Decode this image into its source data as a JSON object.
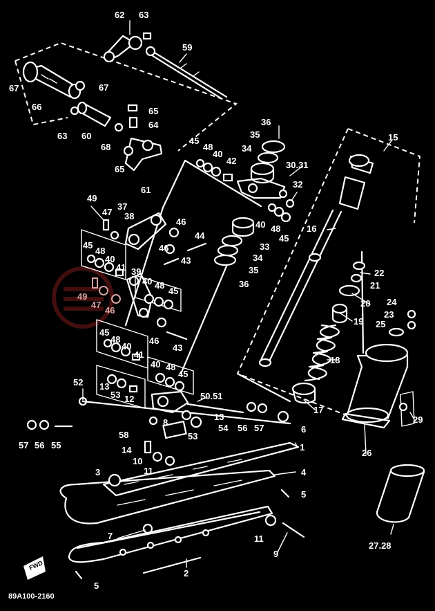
{
  "diagram_code": "89A100-2160",
  "front_marker": "FWD",
  "colors": {
    "background": "#000000",
    "line": "#ffffff",
    "watermark": "#7a1a1a"
  },
  "callouts": [
    {
      "id": "c1",
      "text": "62"
    },
    {
      "id": "c2",
      "text": "63"
    },
    {
      "id": "c3",
      "text": "59"
    },
    {
      "id": "c4",
      "text": "67"
    },
    {
      "id": "c5",
      "text": "67"
    },
    {
      "id": "c6",
      "text": "66"
    },
    {
      "id": "c7",
      "text": "65"
    },
    {
      "id": "c8",
      "text": "64"
    },
    {
      "id": "c9",
      "text": "63"
    },
    {
      "id": "c10",
      "text": "60"
    },
    {
      "id": "c11",
      "text": "68"
    },
    {
      "id": "c12",
      "text": "65"
    },
    {
      "id": "c13",
      "text": "61"
    },
    {
      "id": "c14",
      "text": "36"
    },
    {
      "id": "c15",
      "text": "35"
    },
    {
      "id": "c16",
      "text": "34"
    },
    {
      "id": "c17",
      "text": "15"
    },
    {
      "id": "c18",
      "text": "45"
    },
    {
      "id": "c19",
      "text": "48"
    },
    {
      "id": "c20",
      "text": "40"
    },
    {
      "id": "c21",
      "text": "42"
    },
    {
      "id": "c22",
      "text": "30.31"
    },
    {
      "id": "c23",
      "text": "32"
    },
    {
      "id": "c24",
      "text": "49"
    },
    {
      "id": "c25",
      "text": "47"
    },
    {
      "id": "c26",
      "text": "37"
    },
    {
      "id": "c27",
      "text": "38"
    },
    {
      "id": "c28",
      "text": "46"
    },
    {
      "id": "c29",
      "text": "40"
    },
    {
      "id": "c30",
      "text": "48"
    },
    {
      "id": "c31",
      "text": "45"
    },
    {
      "id": "c32",
      "text": "16"
    },
    {
      "id": "c33",
      "text": "44"
    },
    {
      "id": "c34",
      "text": "33"
    },
    {
      "id": "c35",
      "text": "45"
    },
    {
      "id": "c36",
      "text": "48"
    },
    {
      "id": "c37",
      "text": "46"
    },
    {
      "id": "c38",
      "text": "34"
    },
    {
      "id": "c39",
      "text": "40"
    },
    {
      "id": "c40",
      "text": "43"
    },
    {
      "id": "c41",
      "text": "35"
    },
    {
      "id": "c42",
      "text": "41"
    },
    {
      "id": "c43",
      "text": "39"
    },
    {
      "id": "c44",
      "text": "36"
    },
    {
      "id": "c45",
      "text": "22"
    },
    {
      "id": "c46",
      "text": "40"
    },
    {
      "id": "c47",
      "text": "48"
    },
    {
      "id": "c48",
      "text": "45"
    },
    {
      "id": "c49",
      "text": "21"
    },
    {
      "id": "c50",
      "text": "49"
    },
    {
      "id": "c51",
      "text": "47"
    },
    {
      "id": "c52",
      "text": "46"
    },
    {
      "id": "c53",
      "text": "20"
    },
    {
      "id": "c54",
      "text": "24"
    },
    {
      "id": "c55",
      "text": "23"
    },
    {
      "id": "c56",
      "text": "19"
    },
    {
      "id": "c57",
      "text": "25"
    },
    {
      "id": "c58",
      "text": "46"
    },
    {
      "id": "c59",
      "text": "45"
    },
    {
      "id": "c60",
      "text": "48"
    },
    {
      "id": "c61",
      "text": "40"
    },
    {
      "id": "c62",
      "text": "43"
    },
    {
      "id": "c63",
      "text": "41"
    },
    {
      "id": "c64",
      "text": "18"
    },
    {
      "id": "c65",
      "text": "40"
    },
    {
      "id": "c66",
      "text": "48"
    },
    {
      "id": "c67",
      "text": "45"
    },
    {
      "id": "c68",
      "text": "52"
    },
    {
      "id": "c69",
      "text": "13"
    },
    {
      "id": "c70",
      "text": "53"
    },
    {
      "id": "c71",
      "text": "12"
    },
    {
      "id": "c72",
      "text": "50.51"
    },
    {
      "id": "c73",
      "text": "17"
    },
    {
      "id": "c74",
      "text": "29"
    },
    {
      "id": "c75",
      "text": "13"
    },
    {
      "id": "c76",
      "text": "54"
    },
    {
      "id": "c77",
      "text": "56"
    },
    {
      "id": "c78",
      "text": "57"
    },
    {
      "id": "c79",
      "text": "8"
    },
    {
      "id": "c80",
      "text": "58"
    },
    {
      "id": "c81",
      "text": "53"
    },
    {
      "id": "c82",
      "text": "6"
    },
    {
      "id": "c83",
      "text": "57"
    },
    {
      "id": "c84",
      "text": "56"
    },
    {
      "id": "c85",
      "text": "55"
    },
    {
      "id": "c86",
      "text": "26"
    },
    {
      "id": "c87",
      "text": "1"
    },
    {
      "id": "c88",
      "text": "14"
    },
    {
      "id": "c89",
      "text": "10"
    },
    {
      "id": "c90",
      "text": "11"
    },
    {
      "id": "c91",
      "text": "3"
    },
    {
      "id": "c92",
      "text": "4"
    },
    {
      "id": "c93",
      "text": "5"
    },
    {
      "id": "c94",
      "text": "7"
    },
    {
      "id": "c95",
      "text": "11"
    },
    {
      "id": "c96",
      "text": "27.28"
    },
    {
      "id": "c97",
      "text": "9"
    },
    {
      "id": "c98",
      "text": "2"
    },
    {
      "id": "c99",
      "text": "5"
    }
  ]
}
